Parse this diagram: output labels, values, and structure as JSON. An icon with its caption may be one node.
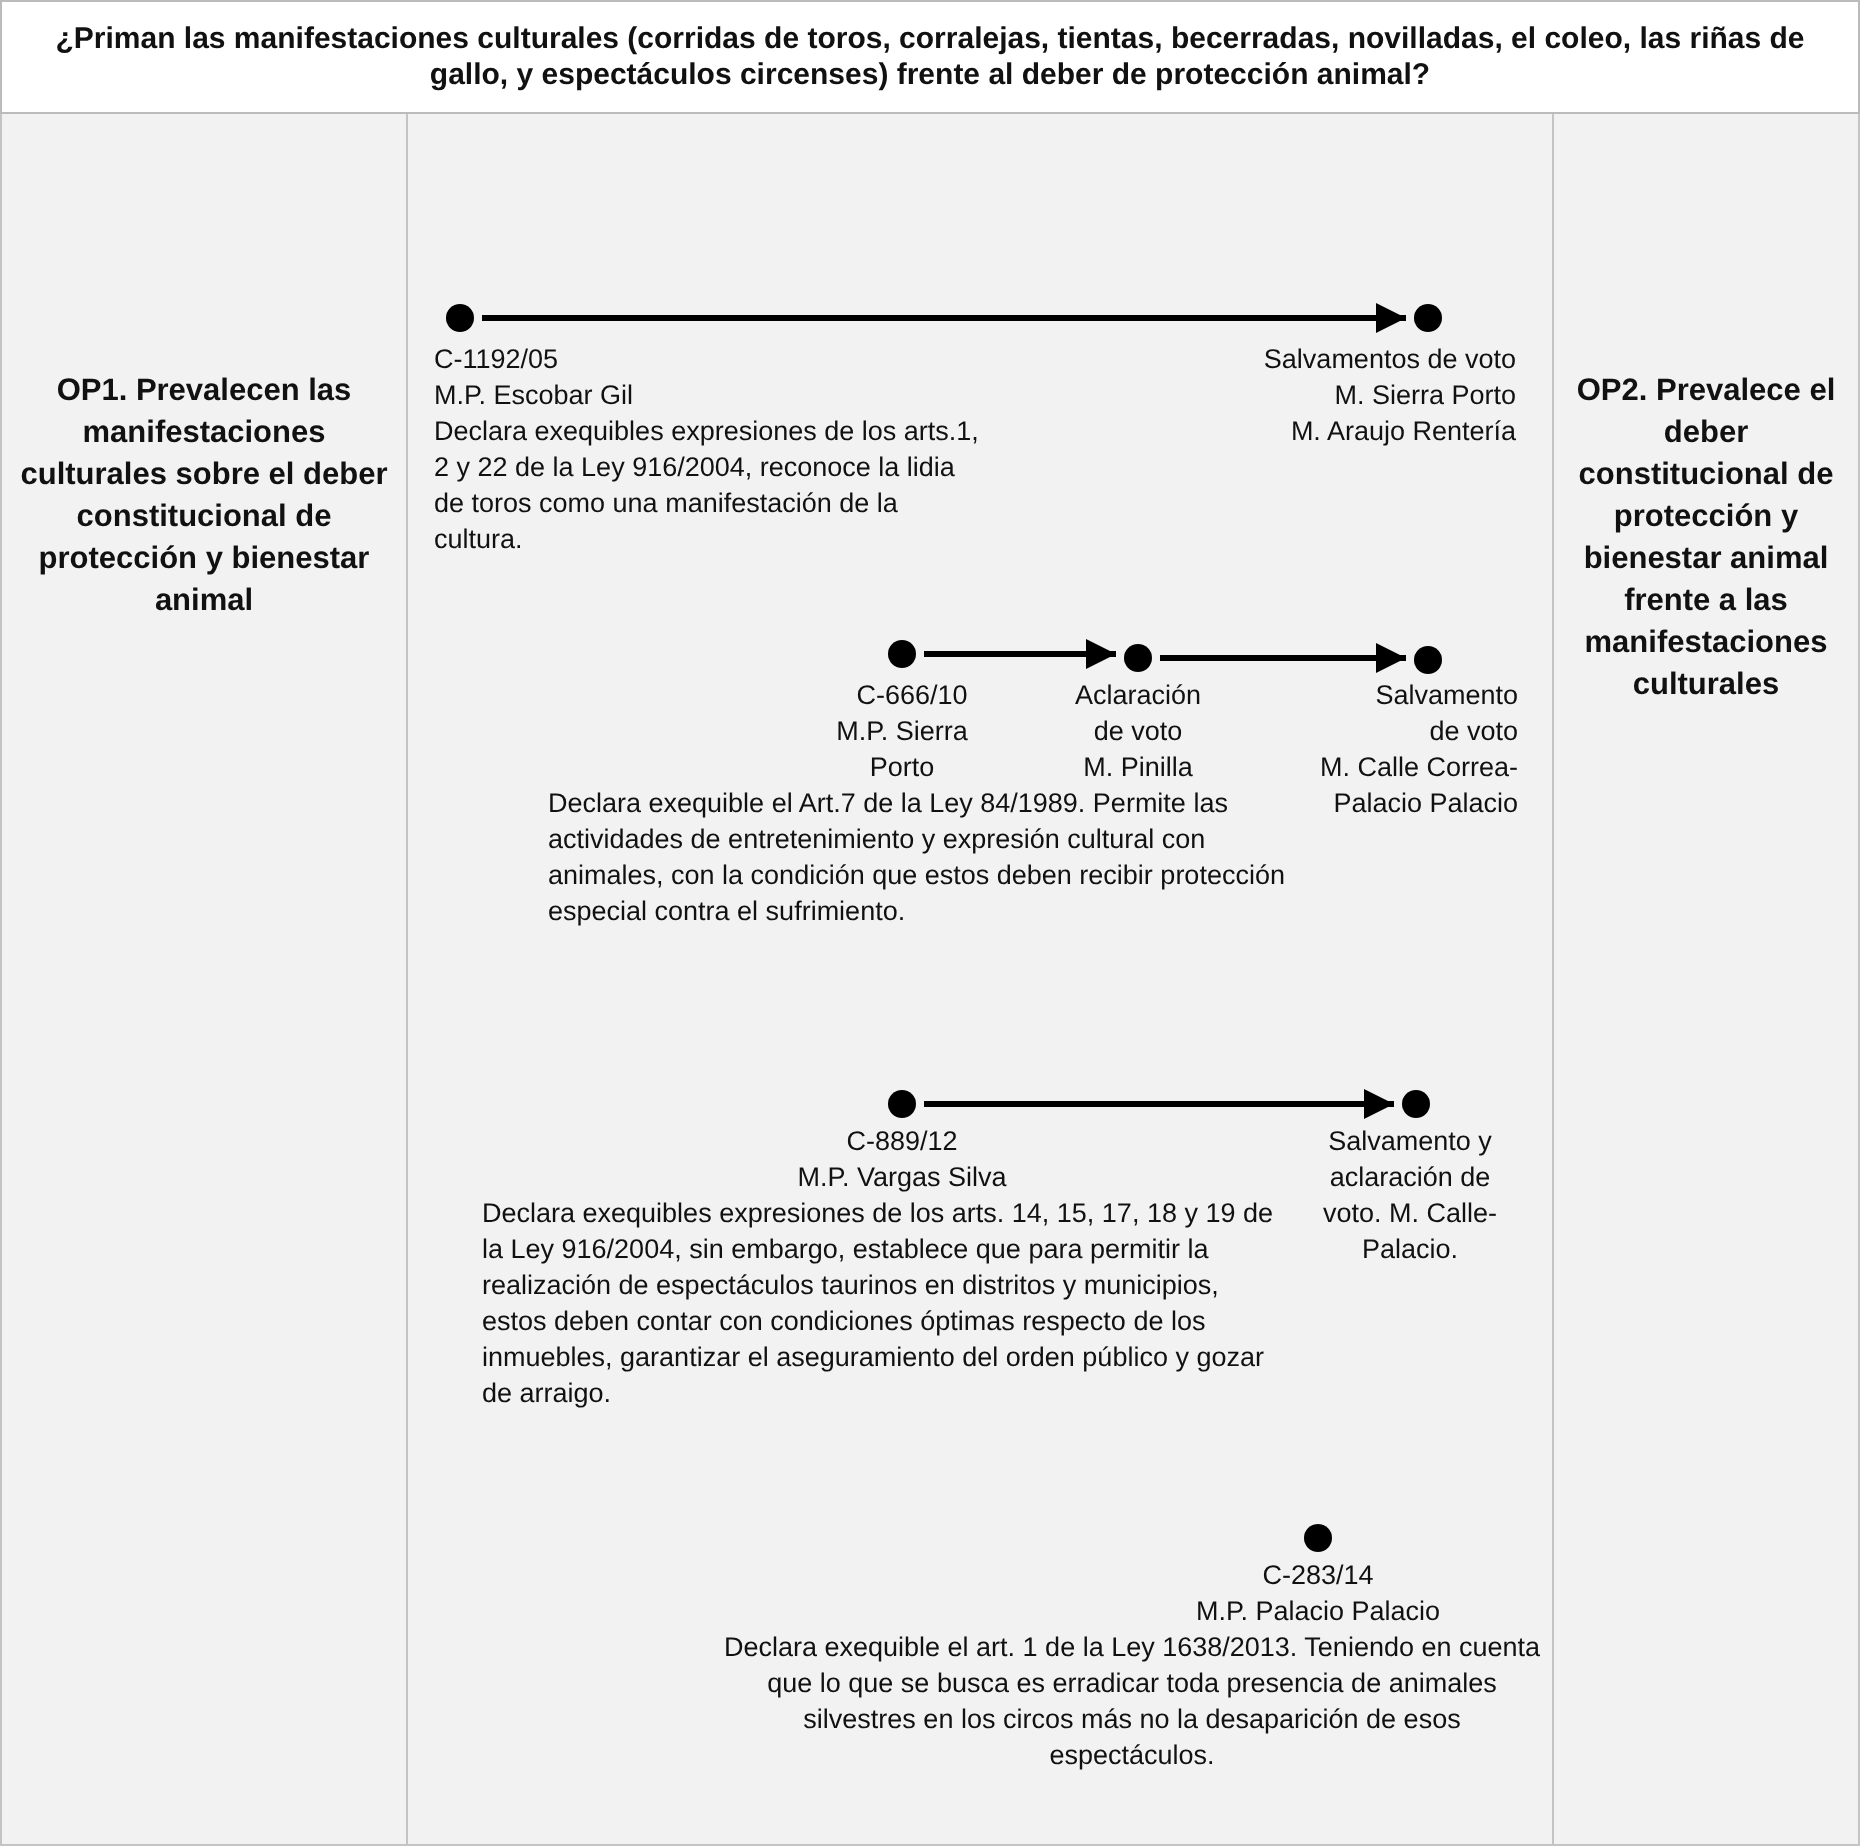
{
  "diagram": {
    "title": "¿Priman las manifestaciones culturales (corridas de toros, corralejas, tientas, becerradas, novilladas, el coleo, las riñas de gallo, y espectáculos circenses) frente al deber de protección animal?",
    "nodes": [
      {
        "text": [
          "OP1. Prevalecen las manifestaciones culturales sobre el deber constitucional de protección y bienestar animal"
        ]
      },
      {
        "text": [],
        "shape": "box"
      },
      {
        "text": [
          "OP2. Prevalece el deber constitucional de protección y bienestar animal frente a las manifestaciones culturales"
        ]
      },
      {
        "text": [],
        "shape": "circle",
        "in": 1,
        "beside": [
          "C-1192/05",
          "M.P. Escobar Gil",
          "Declara exequibles expresiones de los arts.1, 2 y 22 de la Ley 916/2004, reconoce la lidia de toros como una manifestación de la cultura."
        ]
      },
      {
        "text": [],
        "shape": "circle",
        "in": 1,
        "beside": [
          "Salvamentos de voto",
          "M. Sierra Porto",
          "M. Araujo Rentería"
        ]
      },
      {
        "text": [],
        "shape": "circle",
        "in": 1,
        "beside": [
          "C-666/10",
          "M.P. Sierra Porto",
          "Declara exequible el Art.7 de la Ley 84/1989. Permite las actividades de entretenimiento y expresión cultural con animales, con la condición que estos deben recibir protección especial contra el sufrimiento."
        ]
      },
      {
        "text": [],
        "shape": "circle",
        "in": 1,
        "beside": [
          "Aclaración de voto",
          "M. Pinilla"
        ]
      },
      {
        "text": [],
        "shape": "circle",
        "in": 1,
        "beside": [
          "Salvamento de voto",
          "M. Calle Correa-Palacio Palacio"
        ]
      },
      {
        "text": [],
        "shape": "circle",
        "in": 1,
        "beside": [
          "C-889/12",
          "M.P. Vargas Silva",
          "Declara exequibles expresiones de los arts. 14, 15, 17, 18 y 19 de la Ley 916/2004, sin embargo, establece que para permitir la realización de espectáculos taurinos en distritos y municipios, estos deben contar con condiciones óptimas respecto de los inmuebles, garantizar el aseguramiento del orden público y gozar de arraigo."
        ]
      },
      {
        "text": [],
        "shape": "circle",
        "in": 1,
        "beside": [
          "Salvamento y aclaración de voto. M. Calle-Palacio."
        ]
      },
      {
        "text": [],
        "shape": "circle",
        "in": 1,
        "beside": [
          "C-283/14",
          "M.P. Palacio Palacio",
          "Declara exequible el art. 1 de la Ley 1638/2013. Teniendo en cuenta que lo que se busca es erradicar toda presencia de animales silvestres en los circos más no la desaparición de esos espectáculos."
        ]
      }
    ],
    "edges": [
      {
        "from": 3,
        "to": 4,
        "arrow": "to"
      },
      {
        "from": 5,
        "to": 6,
        "arrow": "to"
      },
      {
        "from": 6,
        "to": 7,
        "arrow": "to"
      },
      {
        "from": 8,
        "to": 9,
        "arrow": "to"
      }
    ]
  }
}
